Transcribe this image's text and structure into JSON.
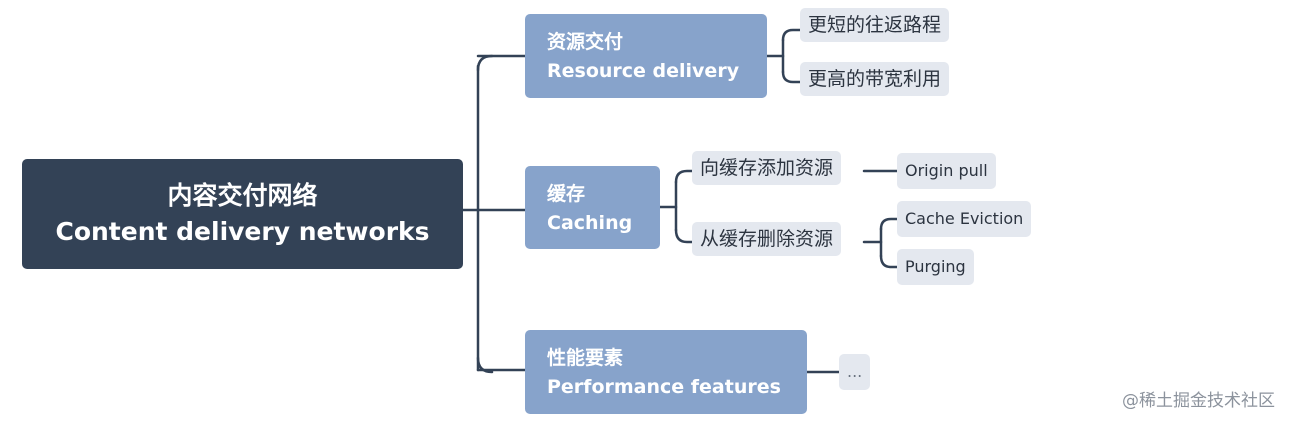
{
  "root": {
    "title_zh": "内容交付网络",
    "title_en": "Content delivery networks"
  },
  "branches": [
    {
      "title_zh": "资源交付",
      "title_en": "Resource delivery",
      "children": [
        "更短的往返路程",
        "更高的带宽利用"
      ]
    },
    {
      "title_zh": "缓存",
      "title_en": "Caching",
      "children": [
        {
          "label": "向缓存添加资源",
          "children": [
            "Origin pull"
          ]
        },
        {
          "label": "从缓存删除资源",
          "children": [
            "Cache Eviction",
            "Purging"
          ]
        }
      ]
    },
    {
      "title_zh": "性能要素",
      "title_en": "Performance features",
      "children": [
        "..."
      ]
    }
  ],
  "watermark": "@稀土掘金技术社区",
  "colors": {
    "root_bg": "#334256",
    "branch_bg": "#87a3cb",
    "leaf_bg": "#e4e8ef",
    "line": "#334256"
  }
}
